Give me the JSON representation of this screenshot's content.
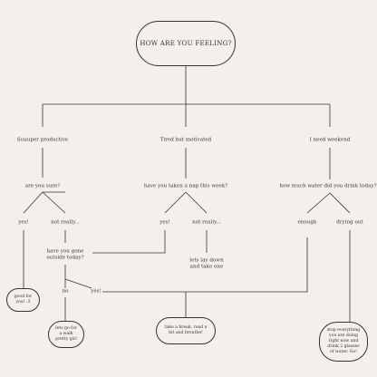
{
  "title": "HOW ARE YOU FEELING?",
  "moods": {
    "productive": "Suuuper productive",
    "tired": "Tired but motivated",
    "weekend": "I need weekend"
  },
  "questions": {
    "are_you_sure": "are you sure?",
    "nap": "have you taken a nap this week?",
    "water": "how much water did you drink today?",
    "outside": "have you gone outside today?"
  },
  "answers": {
    "yes_1": "yes!",
    "not_really_1": "not really...",
    "yes_2": "yes!",
    "not_really_2": "not really...",
    "enough": "enough",
    "drying_out": "drying out",
    "no": "no",
    "yes_3": "yes!"
  },
  "outcomes": {
    "good_for_you": "good for you! :3",
    "walk": "lets go for a walk pretty girl",
    "lay_down": "lets lay down and take one",
    "break": "take a break, read a bit and breathe!",
    "water_stop": "stop everything you are doing right now and drink 2 glasses of water. Go!"
  },
  "colors": {
    "background": "#f3efea",
    "line": "#3a332e",
    "text": "#3a332e"
  }
}
